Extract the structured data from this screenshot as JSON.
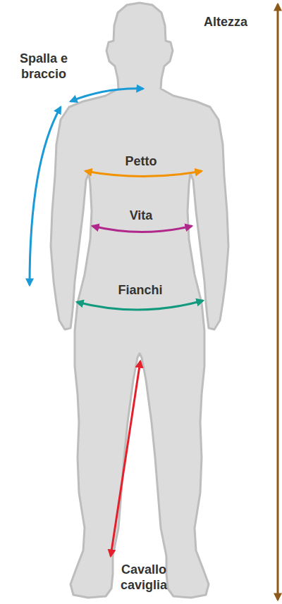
{
  "diagram": {
    "labels": [
      "Altezza",
      "Spalla e braccio",
      "Petto",
      "Vita",
      "Fianchi",
      "Cavallo caviglia"
    ]
  }
}
